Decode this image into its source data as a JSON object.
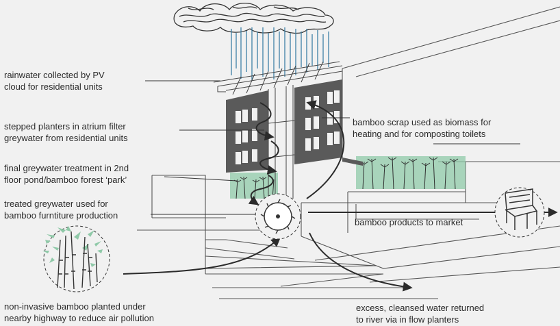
{
  "labels": {
    "rainwater": [
      "rainwater collected by PV",
      "cloud for residential units"
    ],
    "stepped_planters": [
      "stepped planters in atrium filter",
      "greywater from residential units"
    ],
    "final_treatment": [
      "final greywater treatment in 2nd",
      "floor pond/bamboo forest ‘park’"
    ],
    "treated_greywater": [
      "treated greywater used for",
      "bamboo furntiture production"
    ],
    "bamboo_scrap": [
      "bamboo scrap used as biomass for",
      "heating and for composting toilets"
    ],
    "bamboo_products": [
      "bamboo products to market"
    ],
    "non_invasive": [
      "non-invasive bamboo planted under",
      "nearby highway to reduce air pollution"
    ],
    "excess_water": [
      "excess, cleansed water returned",
      "to river via in flow planters"
    ]
  },
  "colors": {
    "background": "#f1f1f1",
    "ink": "#2b2b2b",
    "rain": "#3d7fa6",
    "greenery": "#8fc9a8",
    "facade": "#5a5a5a"
  },
  "icons": [
    "pv-cloud-icon",
    "saw-blade-icon",
    "chair-icon",
    "bamboo-cluster-icon"
  ]
}
